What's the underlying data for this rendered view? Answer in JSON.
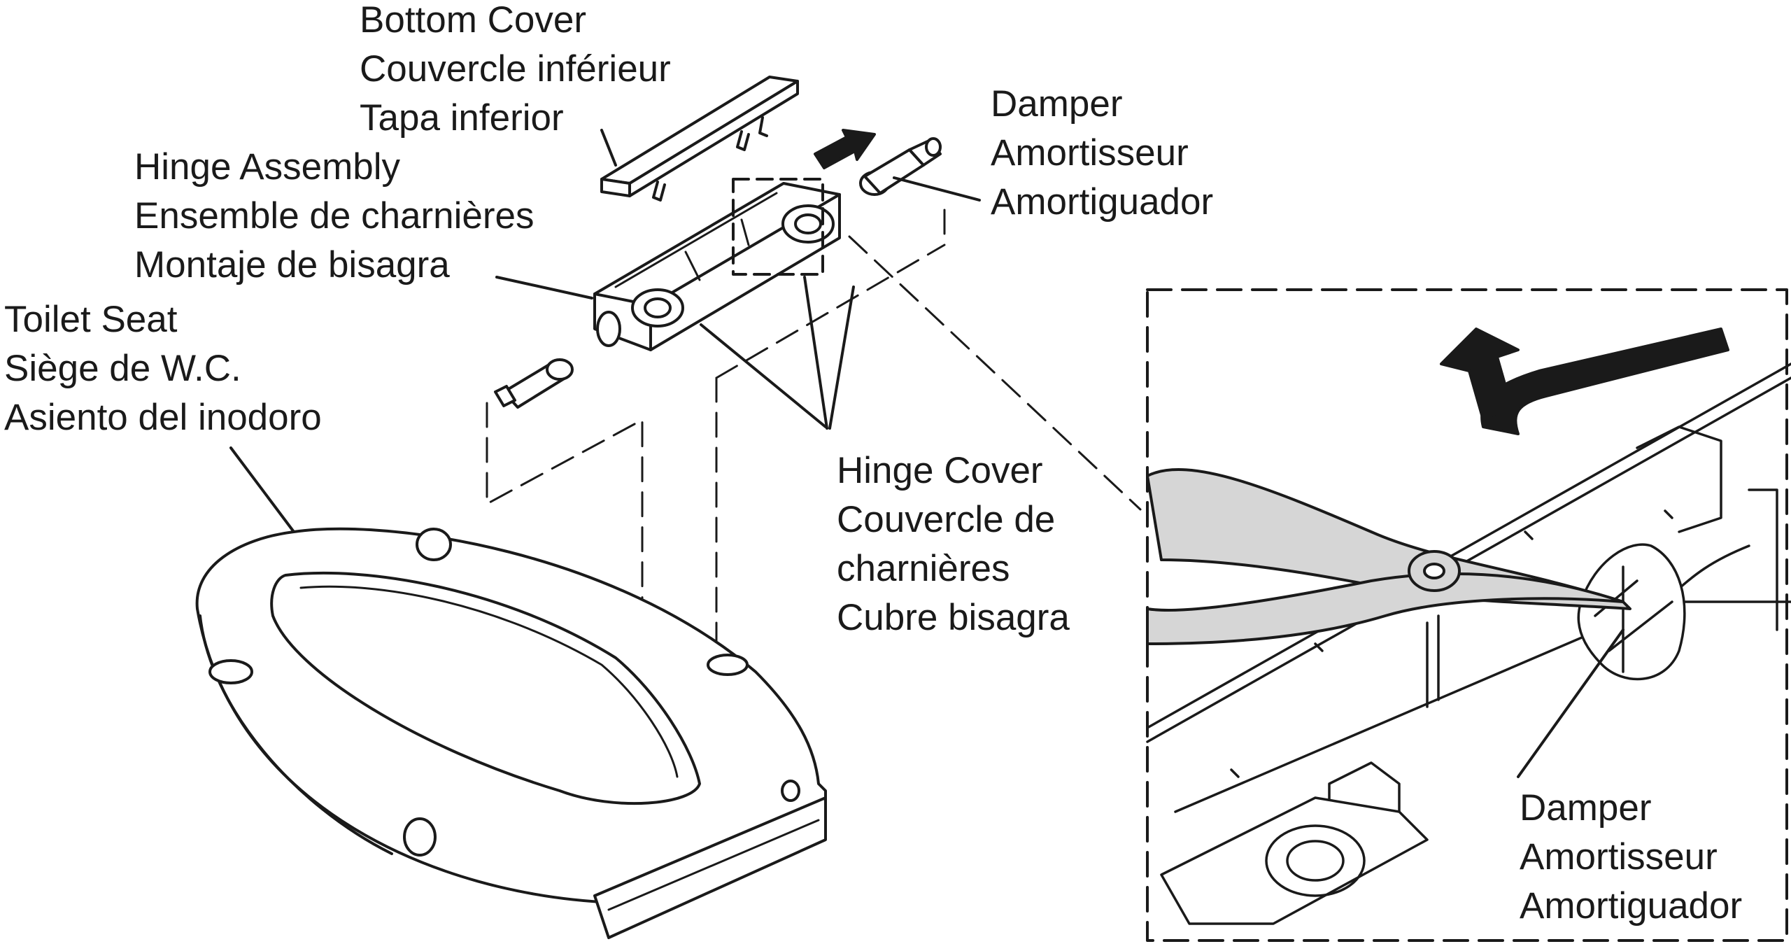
{
  "colors": {
    "ink": "#1a1a1a",
    "background": "#ffffff",
    "pliers_fill": "#d6d6d6"
  },
  "labels": {
    "bottom_cover": [
      "Bottom Cover",
      "Couvercle inférieur",
      "Tapa inferior"
    ],
    "damper_top": [
      "Damper",
      "Amortisseur",
      "Amortiguador"
    ],
    "hinge_assembly": [
      "Hinge Assembly",
      "Ensemble de charnières",
      "Montaje de bisagra"
    ],
    "toilet_seat": [
      "Toilet Seat",
      "Siège de W.C.",
      "Asiento del inodoro"
    ],
    "hinge_cover": [
      "Hinge Cover",
      "Couvercle de",
      "charnières",
      "Cubre bisagra"
    ],
    "damper_detail": [
      "Damper",
      "Amortisseur",
      "Amortiguador"
    ]
  },
  "icons": [
    "direction-arrow-icon",
    "pliers-icon",
    "lift-arrow-icon"
  ]
}
